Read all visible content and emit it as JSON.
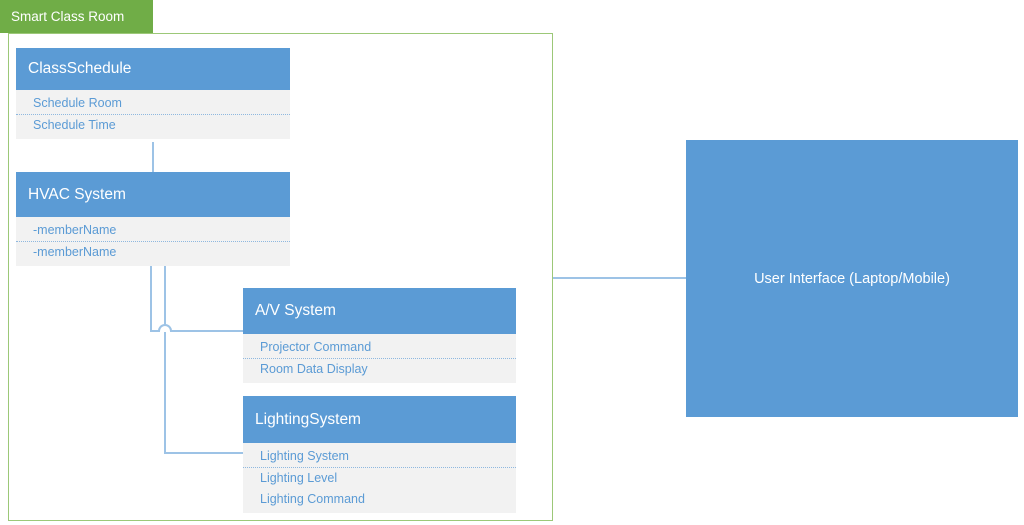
{
  "package": {
    "tab_label": "Smart Class Room",
    "tab_color": "#70AD47",
    "border_color": "#9CC878"
  },
  "theme": {
    "header_blue": "#5B9BD5",
    "body_gray": "#F2F2F2",
    "attr_text_blue": "#5B9BD5",
    "connector_blue": "#9DC3E6"
  },
  "classes": [
    {
      "title": "ClassSchedule",
      "attributes": [
        {
          "label": "Schedule Room",
          "separator_after": true
        },
        {
          "label": "Schedule Time",
          "separator_after": false
        }
      ]
    },
    {
      "title": "HVAC System",
      "attributes": [
        {
          "label": "-memberName",
          "separator_after": true
        },
        {
          "label": "-memberName",
          "separator_after": false
        }
      ]
    },
    {
      "title": "A/V System",
      "attributes": [
        {
          "label": "Projector Command",
          "separator_after": true
        },
        {
          "label": "Room Data Display",
          "separator_after": false
        }
      ]
    },
    {
      "title": "LightingSystem",
      "attributes": [
        {
          "label": "Lighting System",
          "separator_after": true
        },
        {
          "label": "Lighting Level",
          "separator_after": false
        },
        {
          "label": "Lighting Command",
          "separator_after": false
        }
      ]
    }
  ],
  "external_node": {
    "label": "User Interface (Laptop/Mobile)"
  }
}
